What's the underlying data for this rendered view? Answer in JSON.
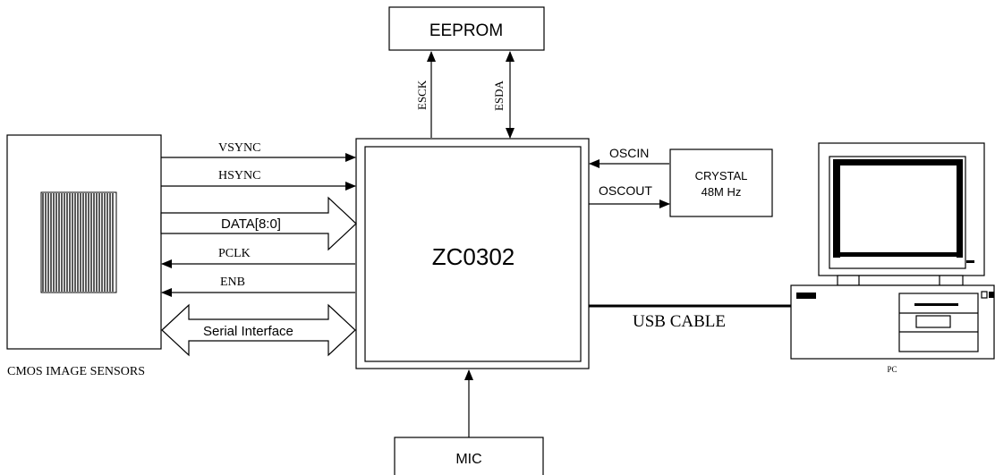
{
  "blocks": {
    "eeprom": "EEPROM",
    "chip": "ZC0302",
    "crystal_line1": "CRYSTAL",
    "crystal_line2": "48M Hz",
    "mic": "MIC"
  },
  "signals": {
    "esck": "ESCK",
    "esda": "ESDA",
    "vsync": "VSYNC",
    "hsync": "HSYNC",
    "data": "DATA[8:0]",
    "pclk": "PCLK",
    "enb": "ENB",
    "serial": "Serial Interface",
    "oscin": "OSCIN",
    "oscout": "OSCOUT",
    "usb": "USB CABLE"
  },
  "captions": {
    "cmos": "CMOS IMAGE SENSORS",
    "pc": "PC"
  }
}
